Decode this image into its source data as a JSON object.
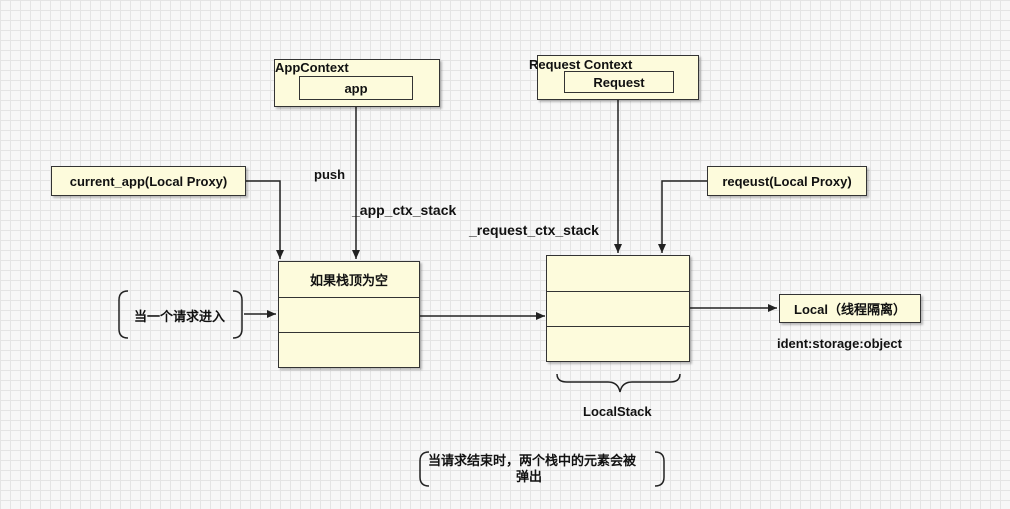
{
  "app_context": {
    "title": "AppContext",
    "inner": "app"
  },
  "request_context": {
    "title": "Request Context",
    "inner": "Request"
  },
  "current_app": {
    "label": "current_app(Local Proxy)"
  },
  "request_proxy": {
    "label": "reqeust(Local Proxy)"
  },
  "push_label": "push",
  "app_ctx_stack_label": "_app_ctx_stack",
  "request_ctx_stack_label": "_request_ctx_stack",
  "app_stack": {
    "top_label": "如果栈顶为空"
  },
  "request_entry": "当一个请求进入",
  "local_box": {
    "label": "Local（线程隔离）"
  },
  "ident_label": "ident:storage:object",
  "localstack_label": "LocalStack",
  "end_note": {
    "line1": "当请求结束时，两个栈中的元素会被",
    "line2": "弹出"
  }
}
